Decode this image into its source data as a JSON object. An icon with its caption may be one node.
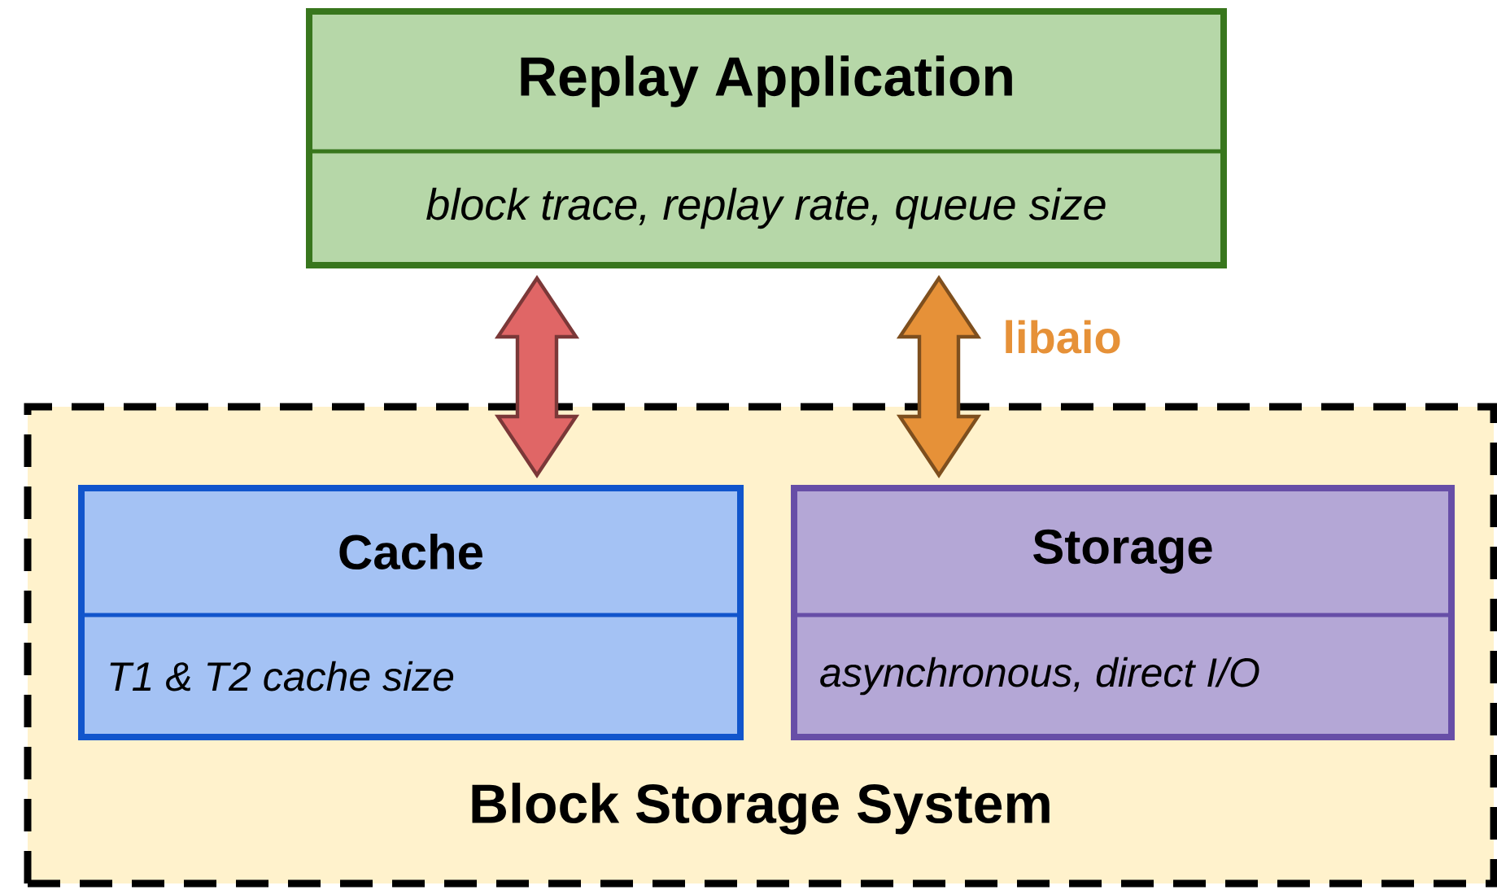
{
  "diagram": {
    "nodes": [
      {
        "text": [
          "Replay Application",
          "block trace, replay rate, queue size"
        ]
      },
      {
        "text": [
          "Block Storage System"
        ]
      },
      {
        "text": [
          "Cache",
          "T1 & T2 cache size"
        ],
        "in": 1
      },
      {
        "text": [
          "Storage",
          "asynchronous, direct I/O"
        ],
        "in": 1
      }
    ],
    "edges": [
      {
        "from": 0,
        "to": 2,
        "arrow": "both",
        "style": "thick",
        "color": "#e06666"
      },
      {
        "from": 0,
        "to": 3,
        "arrow": "both",
        "style": "thick",
        "color": "#e69138",
        "label": "libaio"
      }
    ]
  }
}
